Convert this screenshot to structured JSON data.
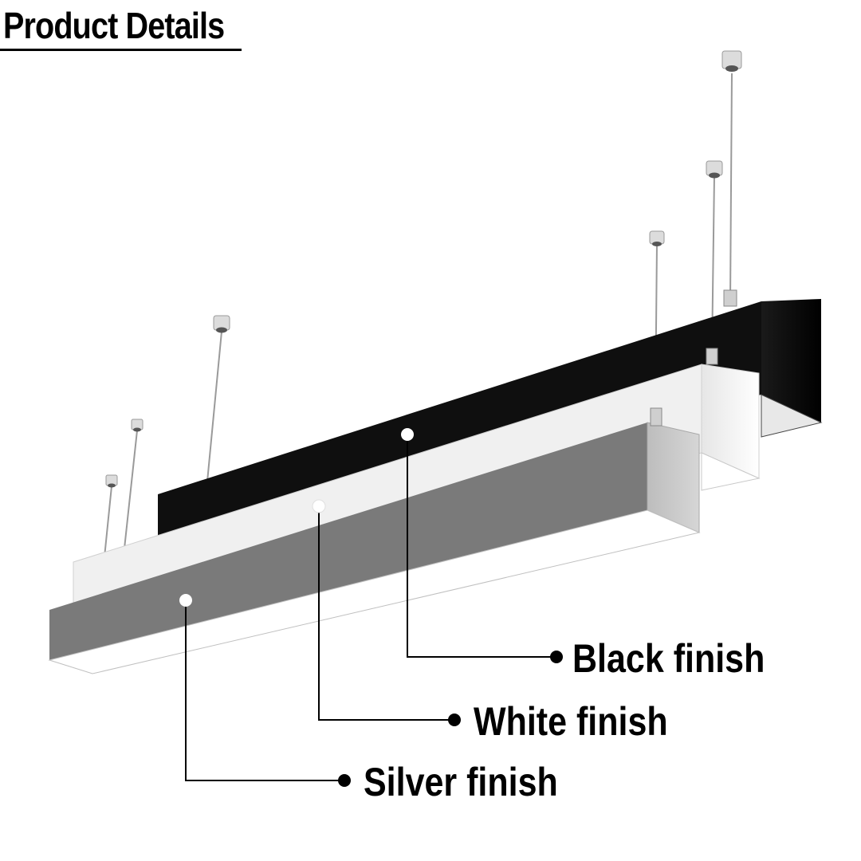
{
  "title": "Product Details",
  "labels": {
    "black": "Black finish",
    "white": "White finish",
    "silver": "Silver finish"
  },
  "colors": {
    "black_finish": "#0f0f0f",
    "white_finish": "#f0f0f0",
    "silver_finish": "#7a7a7a",
    "callout_line": "#000000"
  }
}
